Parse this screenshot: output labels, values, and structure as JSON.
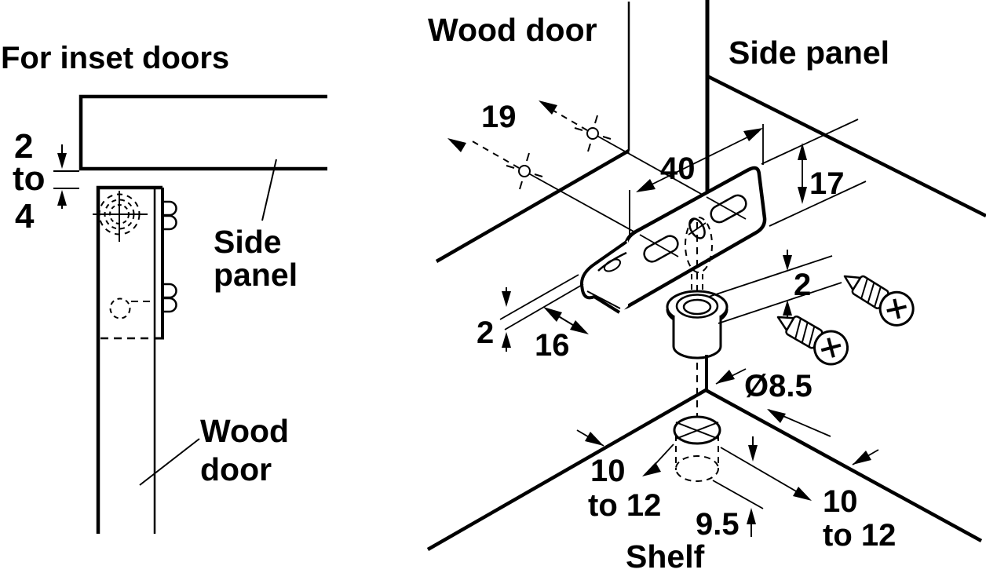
{
  "colors": {
    "line": "#000000",
    "background": "#ffffff"
  },
  "left_view": {
    "title": "For inset doors",
    "gap_dim_top": "2",
    "gap_dim_mid": "to",
    "gap_dim_bottom": "4",
    "side_panel_label_line1": "Side",
    "side_panel_label_line2": "panel",
    "wood_door_label_line1": "Wood",
    "wood_door_label_line2": "door"
  },
  "right_view": {
    "wood_door_label": "Wood door",
    "side_panel_label": "Side panel",
    "shelf_label": "Shelf",
    "dims": {
      "hole_offset": "19",
      "bracket_width": "40",
      "bracket_height": "17",
      "flange_thickness": "2",
      "flange_depth": "16",
      "sleeve_rim_thickness": "2",
      "hole_diameter": "Ø8.5",
      "hole_depth": "9.5",
      "left_edge_distance_line1": "10",
      "left_edge_distance_line2": "to 12",
      "right_edge_distance_line1": "10",
      "right_edge_distance_line2": "to 12"
    }
  }
}
